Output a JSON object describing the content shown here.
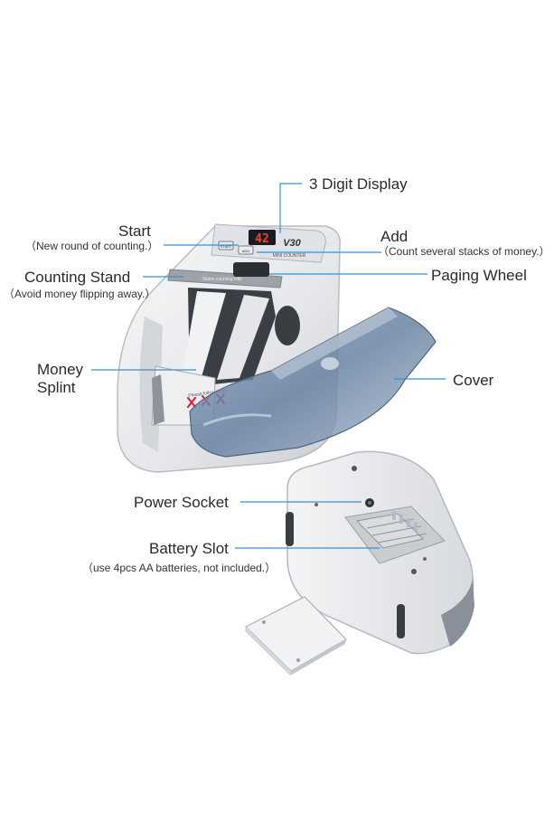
{
  "device": {
    "display_digits": "42",
    "model": "V30",
    "panel_caption": "MINI COUNTER",
    "stand_caption": "Notes counting bills",
    "splint_caption": "Please follow these",
    "button_left": "START",
    "button_right": "ADD"
  },
  "labels": {
    "display": "3 Digit Display",
    "start": "Start",
    "start_note": "（New round of counting.）",
    "add": "Add",
    "add_note": "（Count several stacks of money.）",
    "counting_stand": "Counting Stand",
    "counting_stand_note": "（Avoid money flipping away.）",
    "paging_wheel": "Paging Wheel",
    "money": "Money",
    "splint": "Splint",
    "cover": "Cover",
    "power_socket": "Power Socket",
    "battery_slot": "Battery Slot",
    "battery_note": "（use 4pcs AA batteries, not included.）"
  },
  "colors": {
    "leader_line": "#3d8fd1",
    "display_red": "#ff3b2f",
    "body_white": "#eceef0",
    "cover_blue": "#6f88a6"
  }
}
